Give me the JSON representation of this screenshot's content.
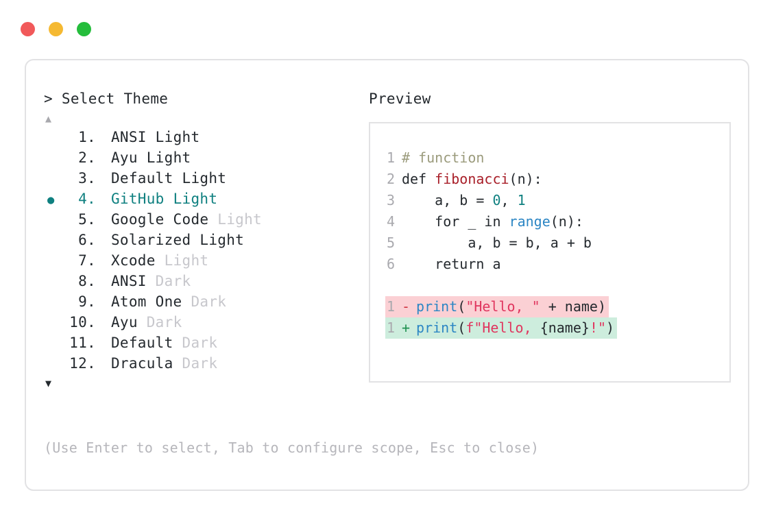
{
  "window": {
    "dots": [
      {
        "name": "close-dot",
        "color": "#f1595a"
      },
      {
        "name": "minimize-dot",
        "color": "#f5b932"
      },
      {
        "name": "maximize-dot",
        "color": "#25bd3c"
      }
    ]
  },
  "prompt": {
    "header": "> Select Theme",
    "scroll_up_icon": "▲",
    "scroll_down_icon": "▼",
    "selected_bullet": "●"
  },
  "themes": [
    {
      "index": " 1.",
      "name": "ANSI",
      "variant": " Light",
      "variant_muted": false,
      "selected": false
    },
    {
      "index": " 2.",
      "name": "Ayu",
      "variant": " Light",
      "variant_muted": false,
      "selected": false
    },
    {
      "index": " 3.",
      "name": "Default",
      "variant": " Light",
      "variant_muted": false,
      "selected": false
    },
    {
      "index": " 4.",
      "name": "GitHub",
      "variant": " Light",
      "variant_muted": false,
      "selected": true
    },
    {
      "index": " 5.",
      "name": "Google Code",
      "variant": " Light",
      "variant_muted": true,
      "selected": false
    },
    {
      "index": " 6.",
      "name": "Solarized",
      "variant": " Light",
      "variant_muted": false,
      "selected": false
    },
    {
      "index": " 7.",
      "name": "Xcode",
      "variant": " Light",
      "variant_muted": true,
      "selected": false
    },
    {
      "index": " 8.",
      "name": "ANSI",
      "variant": " Dark",
      "variant_muted": true,
      "selected": false
    },
    {
      "index": " 9.",
      "name": "Atom One",
      "variant": " Dark",
      "variant_muted": true,
      "selected": false
    },
    {
      "index": "10.",
      "name": "Ayu",
      "variant": " Dark",
      "variant_muted": true,
      "selected": false
    },
    {
      "index": "11.",
      "name": "Default",
      "variant": " Dark",
      "variant_muted": true,
      "selected": false
    },
    {
      "index": "12.",
      "name": "Dracula",
      "variant": " Dark",
      "variant_muted": true,
      "selected": false
    }
  ],
  "preview": {
    "label": "Preview",
    "code_lines": [
      {
        "ln": "1",
        "tokens": [
          {
            "t": "# function",
            "c": "comment"
          }
        ]
      },
      {
        "ln": "2",
        "tokens": [
          {
            "t": "def ",
            "c": "keyword"
          },
          {
            "t": "fibonacci",
            "c": "func"
          },
          {
            "t": "(n):",
            "c": "plain"
          }
        ]
      },
      {
        "ln": "3",
        "tokens": [
          {
            "t": "    a, b = ",
            "c": "plain"
          },
          {
            "t": "0",
            "c": "number"
          },
          {
            "t": ", ",
            "c": "plain"
          },
          {
            "t": "1",
            "c": "number"
          }
        ]
      },
      {
        "ln": "4",
        "tokens": [
          {
            "t": "    for _ in ",
            "c": "plain"
          },
          {
            "t": "range",
            "c": "builtin"
          },
          {
            "t": "(n):",
            "c": "plain"
          }
        ]
      },
      {
        "ln": "5",
        "tokens": [
          {
            "t": "        a, b = b, a + b",
            "c": "plain"
          }
        ]
      },
      {
        "ln": "6",
        "tokens": [
          {
            "t": "    return a",
            "c": "plain"
          }
        ]
      }
    ],
    "diff_lines": [
      {
        "ln": "1",
        "kind": "del",
        "sign": "-",
        "tokens": [
          {
            "t": "print",
            "c": "builtin"
          },
          {
            "t": "(",
            "c": "plain"
          },
          {
            "t": "\"Hello, \"",
            "c": "string"
          },
          {
            "t": " + name)",
            "c": "plain"
          }
        ]
      },
      {
        "ln": "1",
        "kind": "add",
        "sign": "+",
        "tokens": [
          {
            "t": "print",
            "c": "builtin"
          },
          {
            "t": "(",
            "c": "plain"
          },
          {
            "t": "f\"Hello, ",
            "c": "string"
          },
          {
            "t": "{name}",
            "c": "plain"
          },
          {
            "t": "!\"",
            "c": "string"
          },
          {
            "t": ")",
            "c": "plain"
          }
        ]
      }
    ]
  },
  "footer": {
    "hint": "(Use Enter to select, Tab to configure scope, Esc to close)"
  },
  "colors": {
    "accent_teal": "#0f8080",
    "text": "#24292e",
    "muted": "#c7c7cc",
    "border": "#e2e2e4",
    "diff_del_bg": "#fbd0d4",
    "diff_add_bg": "#cdeddd"
  }
}
